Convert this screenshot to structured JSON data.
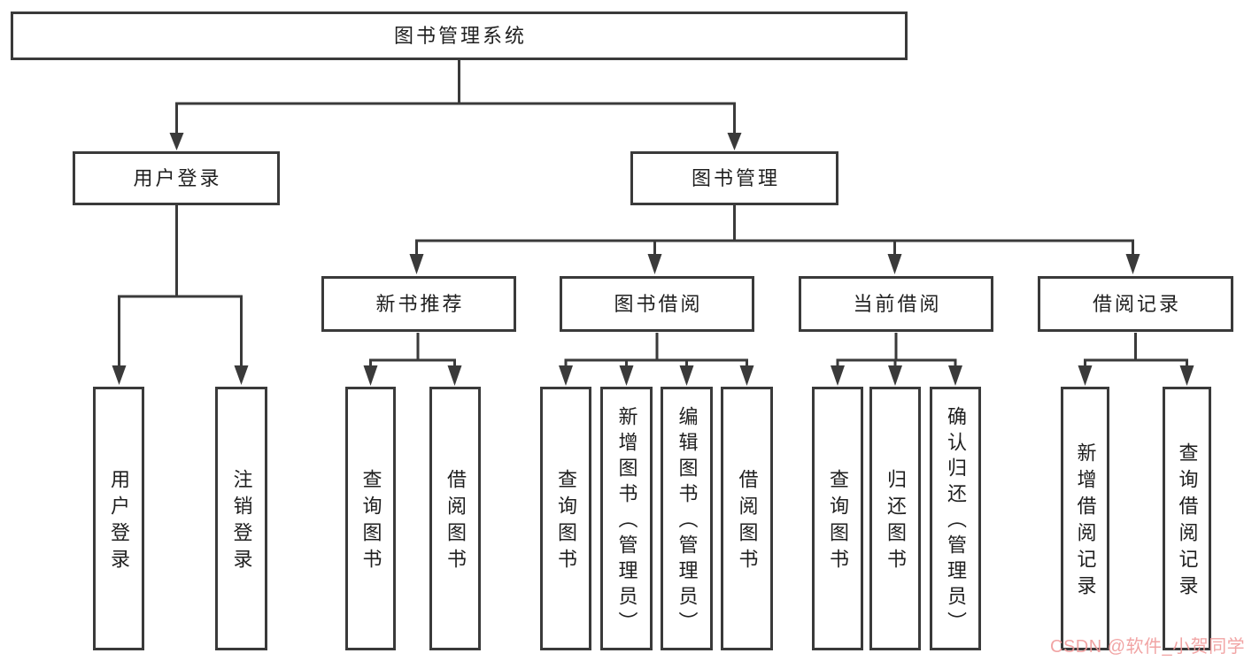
{
  "colors": {
    "line": "#3a3a3a",
    "text": "#1f1f1f",
    "box_fill": "#ffffff",
    "background": "#ffffff",
    "watermark": "#f09b9b"
  },
  "tree": {
    "root": {
      "label": "图书管理系统"
    },
    "children": [
      {
        "label": "用户登录",
        "children": [
          {
            "label": "用户登录"
          },
          {
            "label": "注销登录"
          }
        ]
      },
      {
        "label": "图书管理",
        "children": [
          {
            "label": "新书推荐",
            "children": [
              {
                "label": "查询图书"
              },
              {
                "label": "借阅图书"
              }
            ]
          },
          {
            "label": "图书借阅",
            "children": [
              {
                "label": "查询图书"
              },
              {
                "label": "新增图书（管理员）"
              },
              {
                "label": "编辑图书（管理员）"
              },
              {
                "label": "借阅图书"
              }
            ]
          },
          {
            "label": "当前借阅",
            "children": [
              {
                "label": "查询图书"
              },
              {
                "label": "归还图书"
              },
              {
                "label": "确认归还（管理员）"
              }
            ]
          },
          {
            "label": "借阅记录",
            "children": [
              {
                "label": "新增借阅记录"
              },
              {
                "label": "查询借阅记录"
              }
            ]
          }
        ]
      }
    ]
  },
  "watermark": {
    "text": "CSDN @软件_小贺同学"
  }
}
